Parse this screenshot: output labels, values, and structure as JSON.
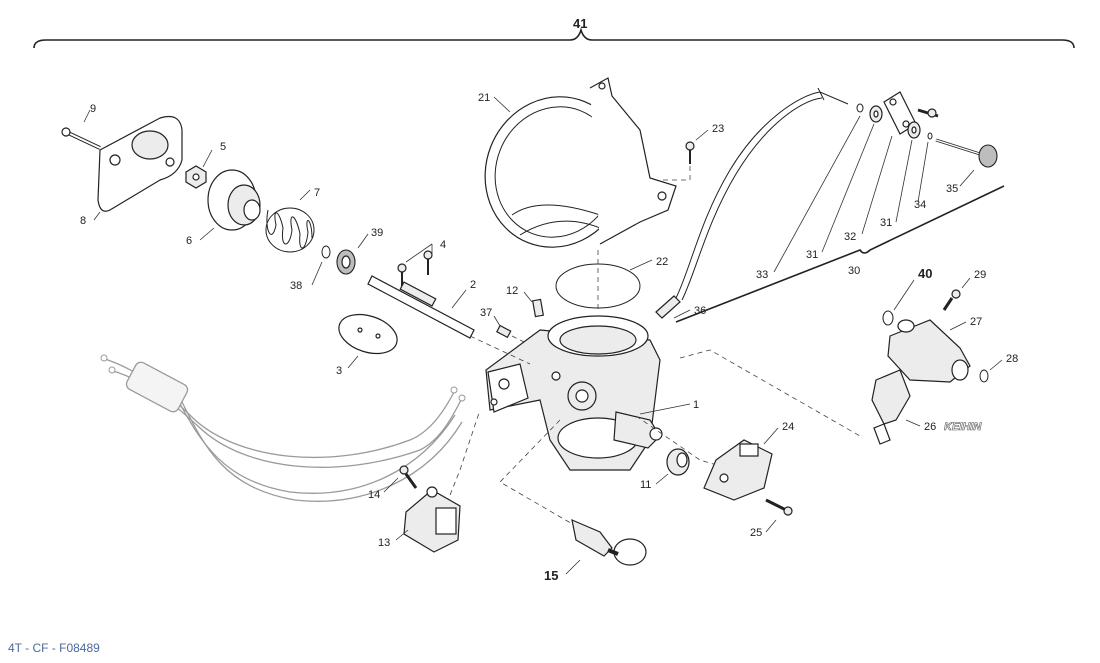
{
  "diagram": {
    "reference_code": "4T - CF - F08489",
    "brand_mark": "KEIHIN",
    "callouts": {
      "c1": "1",
      "c2": "2",
      "c3": "3",
      "c4": "4",
      "c5": "5",
      "c6": "6",
      "c7": "7",
      "c8": "8",
      "c9": "9",
      "c11": "11",
      "c12": "12",
      "c13": "13",
      "c14": "14",
      "c15": "15",
      "c21": "21",
      "c22": "22",
      "c23": "23",
      "c24": "24",
      "c25": "25",
      "c26": "26",
      "c27": "27",
      "c28": "28",
      "c29": "29",
      "c30": "30",
      "c31a": "31",
      "c31b": "31",
      "c32": "32",
      "c33": "33",
      "c34": "34",
      "c35": "35",
      "c36": "36",
      "c37": "37",
      "c38": "38",
      "c39": "39",
      "c40": "40",
      "c41": "41"
    }
  }
}
